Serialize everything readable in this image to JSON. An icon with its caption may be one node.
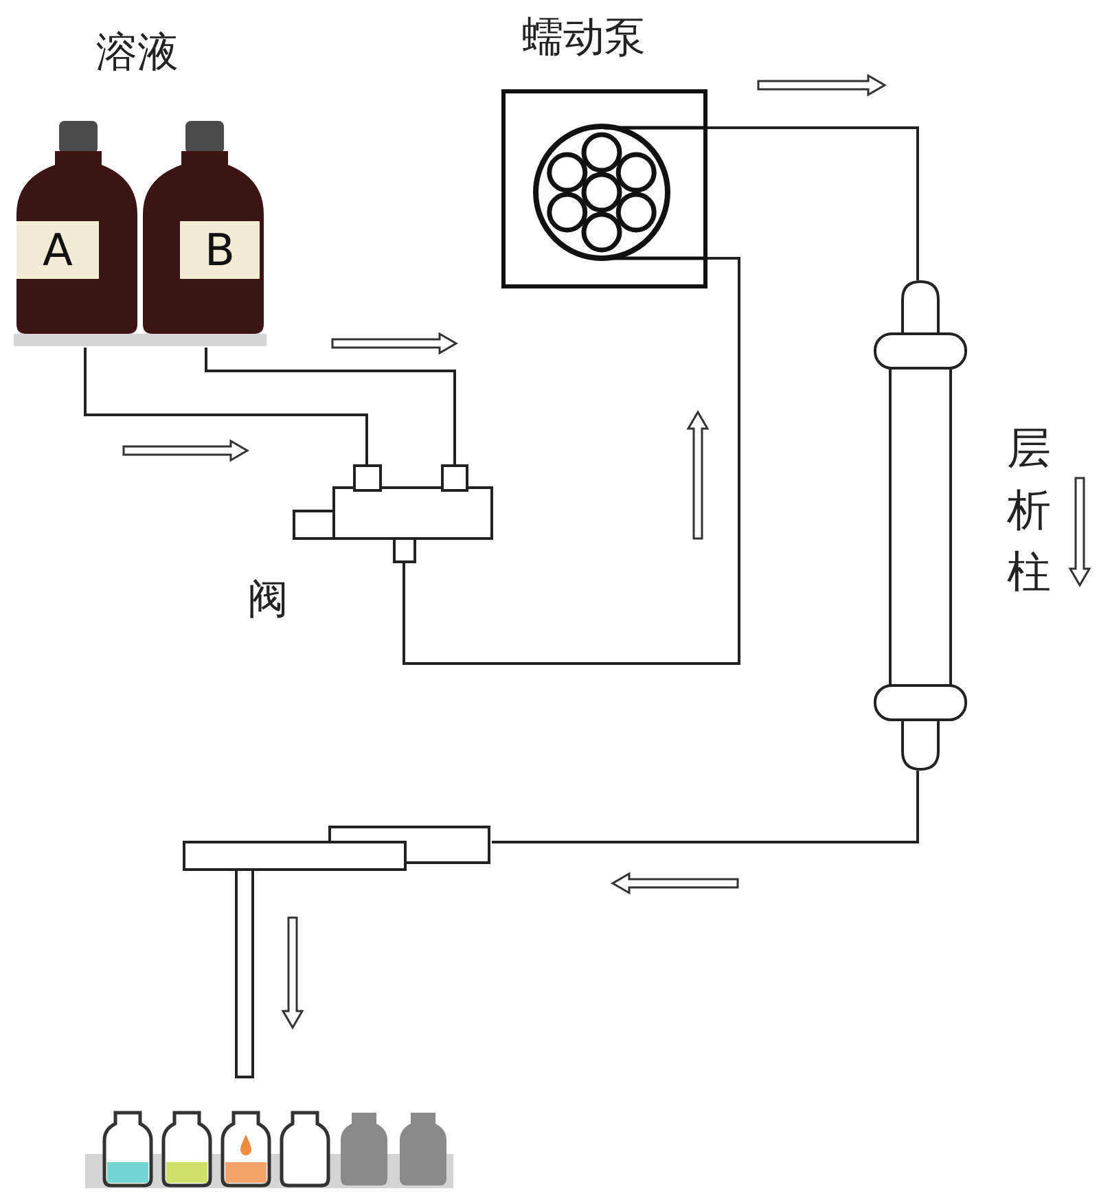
{
  "diagram": {
    "nodes": [
      {
        "text": [
          "A"
        ]
      },
      {
        "text": [
          "B"
        ]
      },
      {
        "text": [
          "阀"
        ]
      },
      {
        "text": [
          "蠕动泵"
        ]
      },
      {
        "text": [
          "层析柱"
        ]
      },
      {
        "text": [],
        "shape": "picture"
      },
      {
        "text": [],
        "shape": "picture"
      }
    ],
    "edges": [
      {
        "from": 0,
        "to": 2,
        "arrow": "none"
      },
      {
        "from": 1,
        "to": 2,
        "arrow": "none"
      },
      {
        "from": 2,
        "to": 3,
        "arrow": "none"
      },
      {
        "from": 3,
        "to": 4,
        "arrow": "none"
      },
      {
        "from": 4,
        "to": 5,
        "arrow": "none"
      }
    ],
    "labels": [
      "溶液"
    ]
  }
}
